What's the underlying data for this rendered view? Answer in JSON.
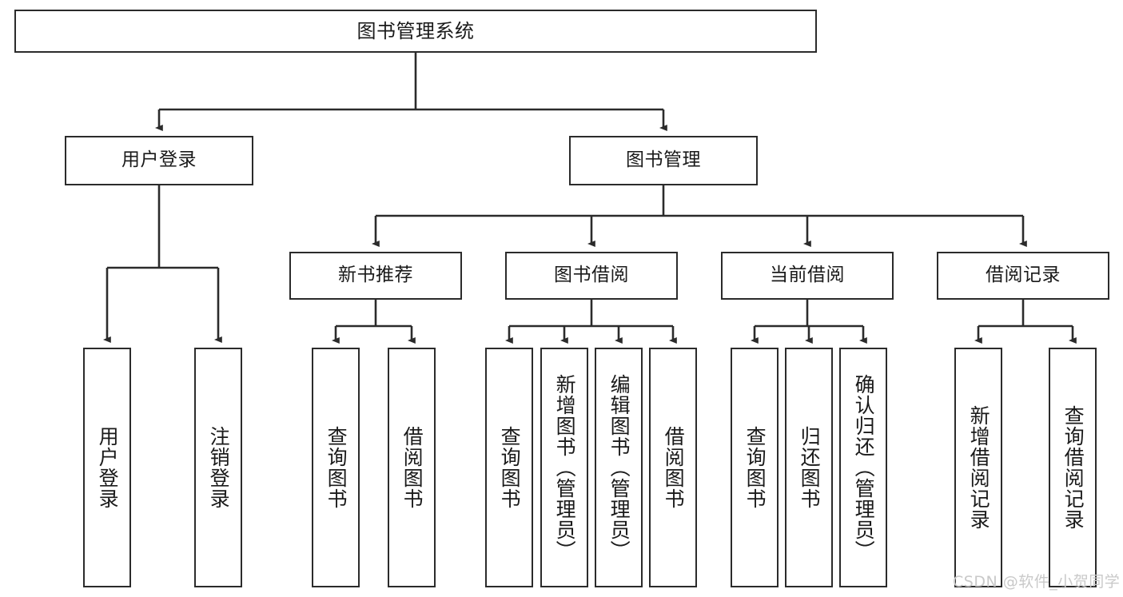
{
  "diagram": {
    "title": "图书管理系统",
    "watermark": "CSDN @软件_小贺同学",
    "line_color": "#2b2b2b",
    "text_color": "#1a1a1a",
    "background_color": "#ffffff",
    "watermark_color": "#c9c9c9",
    "type": "tree-hierarchy",
    "root": {
      "label": "图书管理系统",
      "children": [
        {
          "label": "用户登录",
          "children": [
            {
              "label": "用户登录"
            },
            {
              "label": "注销登录"
            }
          ]
        },
        {
          "label": "图书管理",
          "children": [
            {
              "label": "新书推荐",
              "children": [
                {
                  "label": "查询图书"
                },
                {
                  "label": "借阅图书"
                }
              ]
            },
            {
              "label": "图书借阅",
              "children": [
                {
                  "label": "查询图书"
                },
                {
                  "label": "新增图书（管理员）"
                },
                {
                  "label": "编辑图书（管理员）"
                },
                {
                  "label": "借阅图书"
                }
              ]
            },
            {
              "label": "当前借阅",
              "children": [
                {
                  "label": "查询图书"
                },
                {
                  "label": "归还图书"
                },
                {
                  "label": "确认归还（管理员）"
                }
              ]
            },
            {
              "label": "借阅记录",
              "children": [
                {
                  "label": "新增借阅记录"
                },
                {
                  "label": "查询借阅记录"
                }
              ]
            }
          ]
        }
      ]
    },
    "nodes": {
      "root": "图书管理系统",
      "l2_user_login": "用户登录",
      "l2_book_manage": "图书管理",
      "l3_new_book_rec": "新书推荐",
      "l3_book_borrow": "图书借阅",
      "l3_current_borrow": "当前借阅",
      "l3_borrow_record": "借阅记录",
      "leaf_user_login": "用户登录",
      "leaf_logout": "注销登录",
      "leaf_rec_query_book": "查询图书",
      "leaf_rec_borrow_book": "借阅图书",
      "leaf_bor_query_book": "查询图书",
      "leaf_bor_add_book": "新增图书（管理员）",
      "leaf_bor_edit_book": "编辑图书（管理员）",
      "leaf_bor_borrow_book": "借阅图书",
      "leaf_cur_query_book": "查询图书",
      "leaf_cur_return_book": "归还图书",
      "leaf_cur_confirm_return": "确认归还（管理员）",
      "leaf_rec_add_record": "新增借阅记录",
      "leaf_rec_query_record": "查询借阅记录"
    }
  }
}
